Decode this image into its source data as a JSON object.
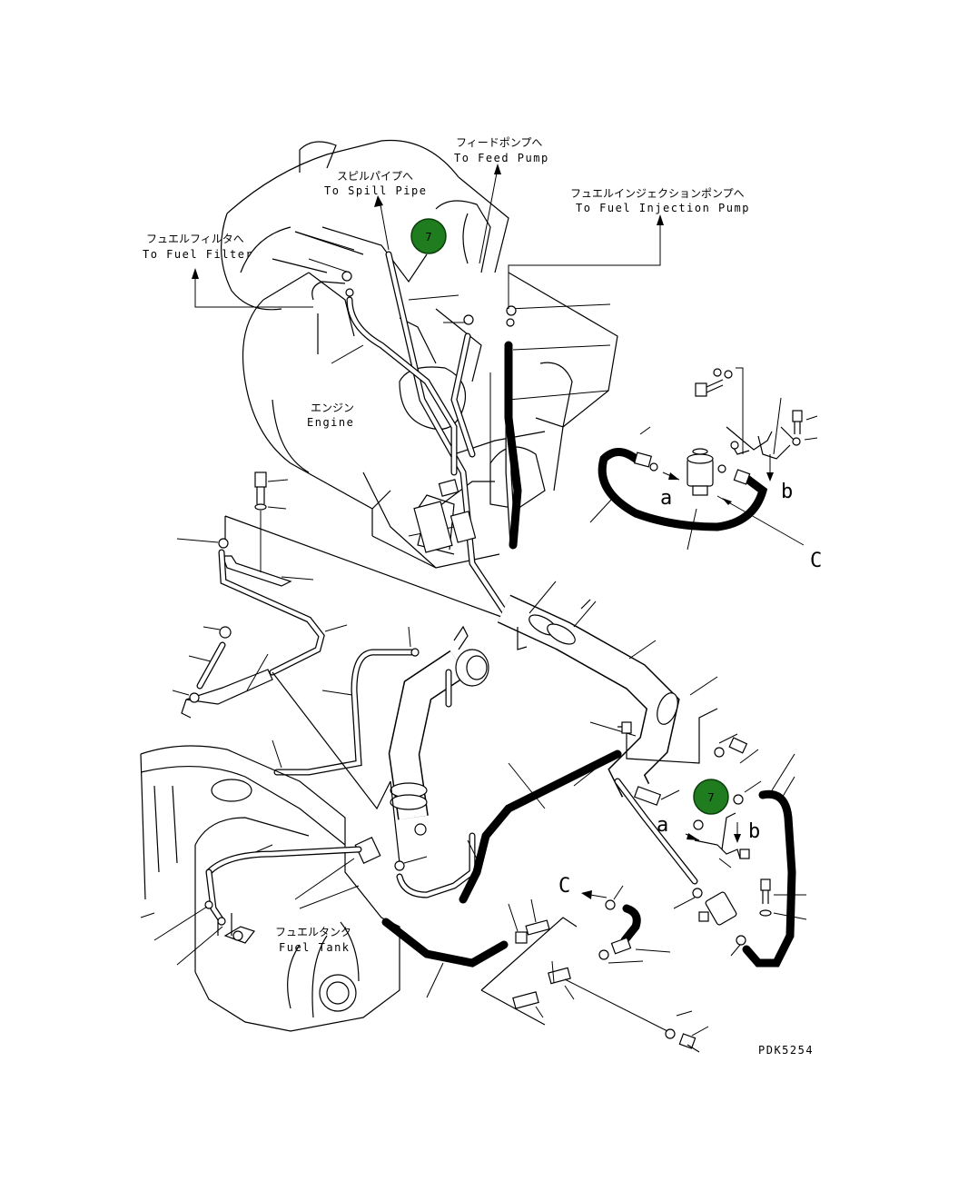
{
  "labels": {
    "feed_pump_jp": "フィードポンプへ",
    "feed_pump_en": "To Feed Pump",
    "spill_pipe_jp": "スピルパイプへ",
    "spill_pipe_en": "To Spill Pipe",
    "injection_pump_jp": "フュエルインジェクションポンプへ",
    "injection_pump_en": "To Fuel Injection Pump",
    "fuel_filter_jp": "フュエルフィルタへ",
    "fuel_filter_en": "To Fuel Filter",
    "engine_jp": "エンジン",
    "engine_en": "Engine",
    "fuel_tank_jp": "フュエルタンク",
    "fuel_tank_en": "Fuel Tank"
  },
  "view_markers": {
    "a_upper": "a",
    "b_upper": "b",
    "c_upper": "C",
    "a_lower": "a",
    "b_lower": "b",
    "c_lower": "C"
  },
  "badges": [
    {
      "number": "7",
      "color": "#1f7d1f"
    },
    {
      "number": "7",
      "color": "#1f7d1f"
    }
  ],
  "drawing_code": "PDK5254"
}
